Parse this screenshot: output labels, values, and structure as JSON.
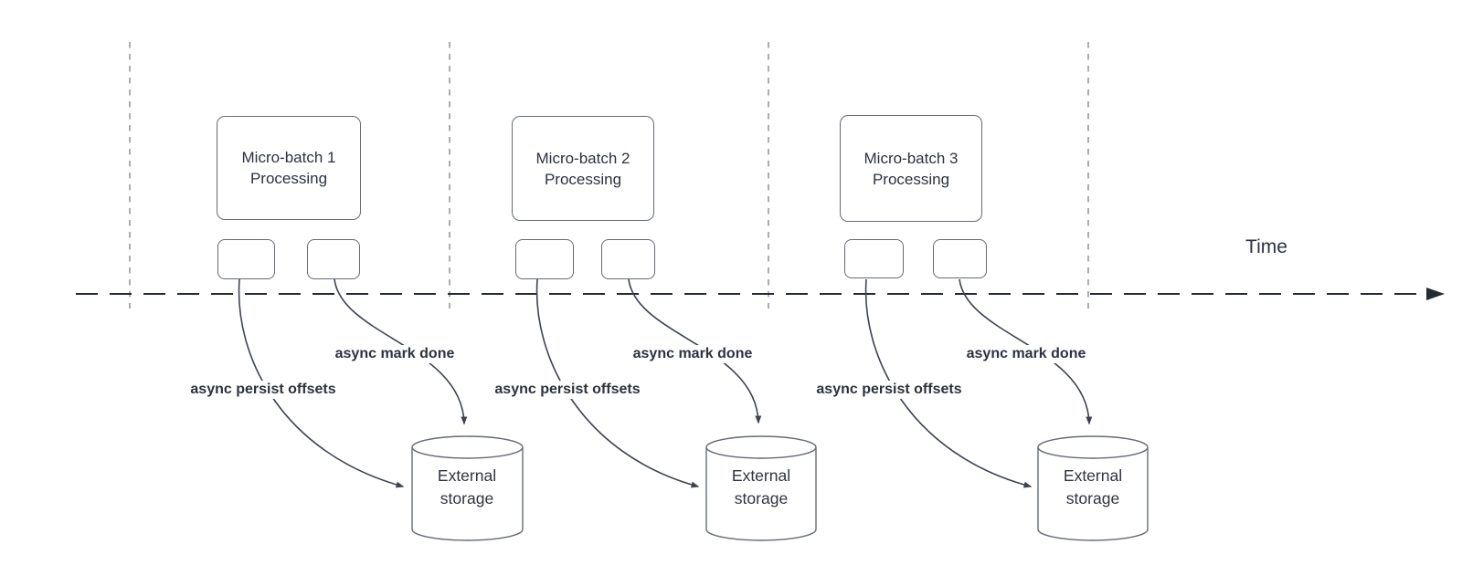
{
  "time_axis": {
    "label": "Time"
  },
  "batches": [
    {
      "title": "Micro-batch 1\nProcessing",
      "persist_arrow_label": "async persist offsets",
      "done_arrow_label": "async mark done",
      "storage_label": "External\nstorage"
    },
    {
      "title": "Micro-batch 2\nProcessing",
      "persist_arrow_label": "async persist offsets",
      "done_arrow_label": "async mark done",
      "storage_label": "External\nstorage"
    },
    {
      "title": "Micro-batch 3\nProcessing",
      "persist_arrow_label": "async persist offsets",
      "done_arrow_label": "async mark done",
      "storage_label": "External\nstorage"
    }
  ],
  "colors": {
    "shape_stroke": "#646b75",
    "arrow_stroke": "#3d4450",
    "axis_stroke": "#252b35",
    "grid_stroke": "#a9adb2",
    "text": "#2b3240",
    "background": "#ffffff"
  }
}
